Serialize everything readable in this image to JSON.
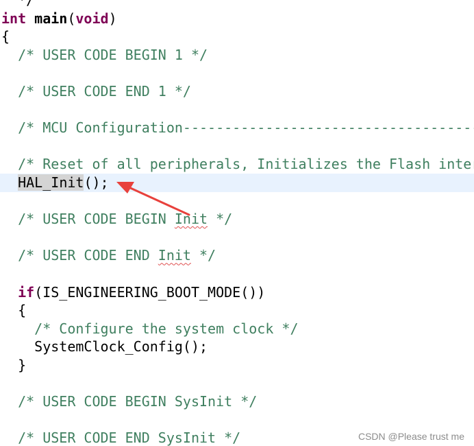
{
  "editor": {
    "lines": [
      {
        "text": "  */"
      },
      {
        "segments": [
          {
            "t": "int",
            "c": "kw"
          },
          {
            "t": " "
          },
          {
            "t": "main",
            "c": "fn"
          },
          {
            "t": "("
          },
          {
            "t": "void",
            "c": "kw"
          },
          {
            "t": ")"
          }
        ]
      },
      {
        "text": "{"
      },
      {
        "segments": [
          {
            "t": "  "
          },
          {
            "t": "/* USER CODE BEGIN 1 */",
            "c": "cm"
          }
        ]
      },
      {
        "text": ""
      },
      {
        "segments": [
          {
            "t": "  "
          },
          {
            "t": "/* USER CODE END 1 */",
            "c": "cm"
          }
        ]
      },
      {
        "text": ""
      },
      {
        "segments": [
          {
            "t": "  "
          },
          {
            "t": "/* MCU Configuration--------------------------------------------------------*/",
            "c": "cm"
          }
        ]
      },
      {
        "text": ""
      },
      {
        "segments": [
          {
            "t": "  "
          },
          {
            "t": "/* Reset of all peripherals, Initializes the Flash interface and the Systick. */",
            "c": "cm"
          }
        ]
      },
      {
        "current": true,
        "segments": [
          {
            "t": "  "
          },
          {
            "t": "HAL_I",
            "c": "hl"
          },
          {
            "caret": true
          },
          {
            "t": "nit",
            "c": "hl"
          },
          {
            "t": "();"
          }
        ]
      },
      {
        "text": ""
      },
      {
        "segments": [
          {
            "t": "  "
          },
          {
            "t": "/* USER CODE BEGIN ",
            "c": "cm"
          },
          {
            "t": "Init",
            "c": "sp"
          },
          {
            "t": " */",
            "c": "cm"
          }
        ]
      },
      {
        "text": ""
      },
      {
        "segments": [
          {
            "t": "  "
          },
          {
            "t": "/* USER CODE END ",
            "c": "cm"
          },
          {
            "t": "Init",
            "c": "sp"
          },
          {
            "t": " */",
            "c": "cm"
          }
        ]
      },
      {
        "text": ""
      },
      {
        "segments": [
          {
            "t": "  "
          },
          {
            "t": "if",
            "c": "kw"
          },
          {
            "t": "(IS_ENGINEERING_BOOT_MODE())"
          }
        ]
      },
      {
        "text": "  {"
      },
      {
        "segments": [
          {
            "t": "    "
          },
          {
            "t": "/* Configure the system clock */",
            "c": "cm"
          }
        ]
      },
      {
        "text": "    SystemClock_Config();"
      },
      {
        "text": "  }"
      },
      {
        "text": ""
      },
      {
        "segments": [
          {
            "t": "  "
          },
          {
            "t": "/* USER CODE BEGIN SysInit */",
            "c": "cm"
          }
        ]
      },
      {
        "text": ""
      },
      {
        "segments": [
          {
            "t": "  "
          },
          {
            "t": "/* USER CODE END SysInit */",
            "c": "cm"
          }
        ]
      }
    ]
  },
  "watermark": "CSDN @Please trust me",
  "colors": {
    "keyword": "#7f0055",
    "comment": "#3f7f5f",
    "current_line": "#e8f2fe",
    "arrow": "#e8413c"
  }
}
